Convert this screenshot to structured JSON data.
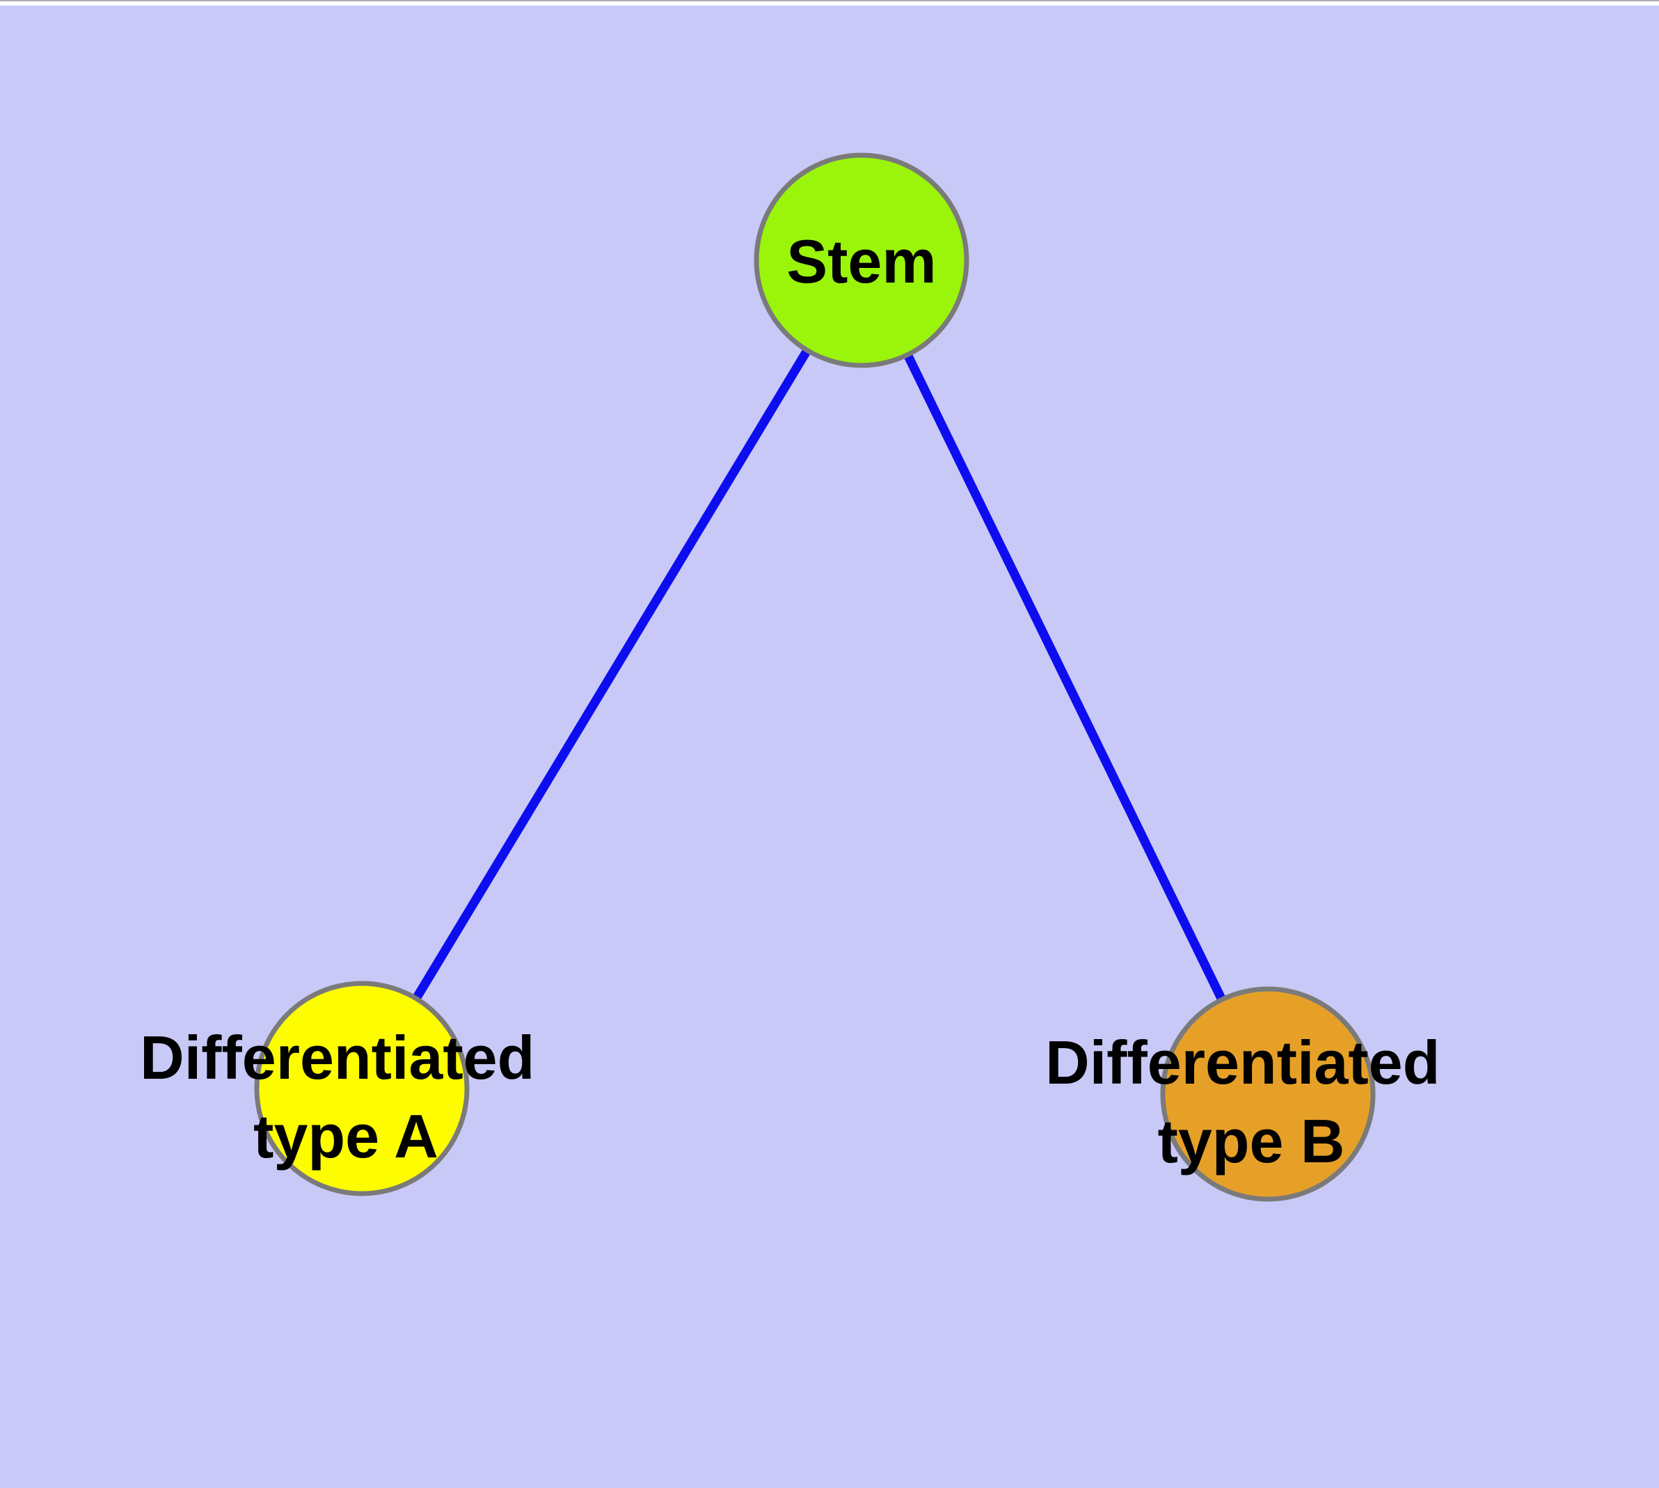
{
  "diagram": {
    "type": "graph",
    "background_color": "#c9c9f8",
    "top_strip_color": "#ffffff",
    "top_border_color": "#b0b0b0",
    "edge_color": "#0d0df0",
    "node_border_color": "#7a7a7a",
    "label_color": "#000000",
    "nodes": [
      {
        "id": "stem",
        "label_lines": [
          "Stem"
        ],
        "fill": "#9af50a"
      },
      {
        "id": "differentiated-type-a",
        "label_lines": [
          "Differentiated",
          "type A"
        ],
        "fill": "#fdfd00"
      },
      {
        "id": "differentiated-type-b",
        "label_lines": [
          "Differentiated",
          "type B"
        ],
        "fill": "#e6a028"
      }
    ],
    "edges": [
      {
        "from": "stem",
        "to": "differentiated-type-a"
      },
      {
        "from": "stem",
        "to": "differentiated-type-b"
      }
    ]
  }
}
